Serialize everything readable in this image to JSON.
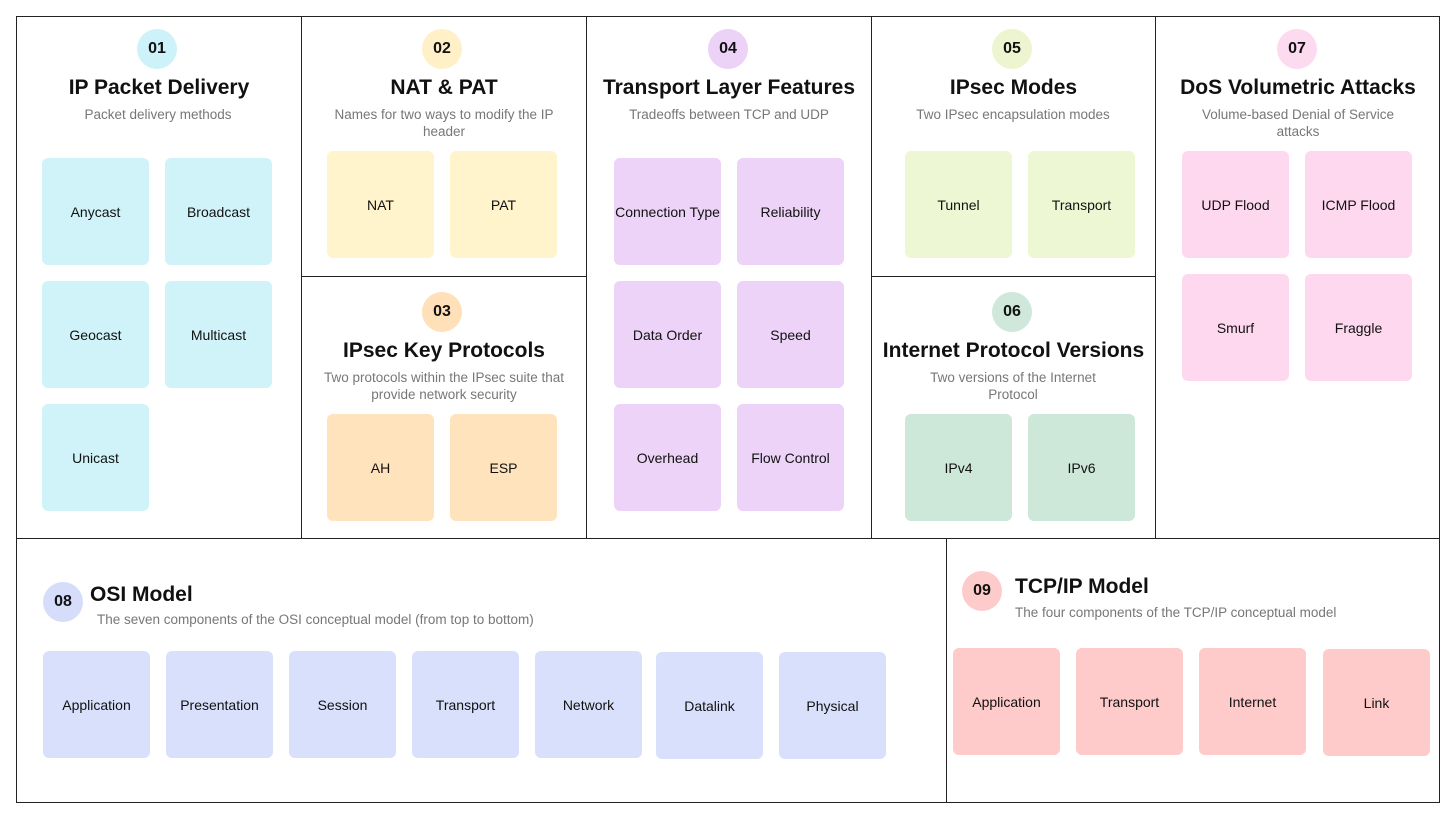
{
  "colors": {
    "cyan": "#cff3f8",
    "cyan_badge": "#cdf2f9",
    "yellow": "#fff4cc",
    "yellow_badge": "#fff0c8",
    "orange": "#ffe3bd",
    "orange_badge": "#ffe0b8",
    "purple": "#ecd3f7",
    "purple_badge": "#ebd2f6",
    "lime": "#eef7d3",
    "lime_badge": "#edf5d0",
    "green": "#cde8d9",
    "green_badge": "#cfe8db",
    "pink": "#fdd8ef",
    "pink_badge": "#fcdaf0",
    "lavender": "#d9e0fb",
    "lavender_badge": "#d6ddfa",
    "salmon": "#ffcaca",
    "salmon_badge": "#fecbcb"
  },
  "panels": {
    "p01": {
      "number": "01",
      "title": "IP Packet Delivery",
      "subtitle": "Packet delivery methods",
      "items": [
        "Anycast",
        "Broadcast",
        "Geocast",
        "Multicast",
        "Unicast"
      ]
    },
    "p02": {
      "number": "02",
      "title": "NAT & PAT",
      "subtitle": "Names for two ways to modify the IP header",
      "items": [
        "NAT",
        "PAT"
      ]
    },
    "p03": {
      "number": "03",
      "title": "IPsec Key Protocols",
      "subtitle": "Two protocols within the IPsec suite that provide network security",
      "items": [
        "AH",
        "ESP"
      ]
    },
    "p04": {
      "number": "04",
      "title": "Transport Layer Features",
      "subtitle": "Tradeoffs between TCP and UDP",
      "items": [
        "Connection Type",
        "Reliability",
        "Data Order",
        "Speed",
        "Overhead",
        "Flow Control"
      ]
    },
    "p05": {
      "number": "05",
      "title": "IPsec Modes",
      "subtitle": "Two IPsec encapsulation modes",
      "items": [
        "Tunnel",
        "Transport"
      ]
    },
    "p06": {
      "number": "06",
      "title": "Internet Protocol Versions",
      "subtitle": "Two versions of the Internet Protocol",
      "items": [
        "IPv4",
        "IPv6"
      ]
    },
    "p07": {
      "number": "07",
      "title": "DoS Volumetric Attacks",
      "subtitle": "Volume-based Denial of Service attacks",
      "items": [
        "UDP Flood",
        "ICMP Flood",
        "Smurf",
        "Fraggle"
      ]
    },
    "p08": {
      "number": "08",
      "title": "OSI Model",
      "subtitle": "The seven components of the OSI conceptual model (from top to bottom)",
      "items": [
        "Application",
        "Presentation",
        "Session",
        "Transport",
        "Network",
        "Datalink",
        "Physical"
      ]
    },
    "p09": {
      "number": "09",
      "title": "TCP/IP Model",
      "subtitle": "The four components of the TCP/IP conceptual model",
      "items": [
        "Application",
        "Transport",
        "Internet",
        "Link"
      ]
    }
  }
}
